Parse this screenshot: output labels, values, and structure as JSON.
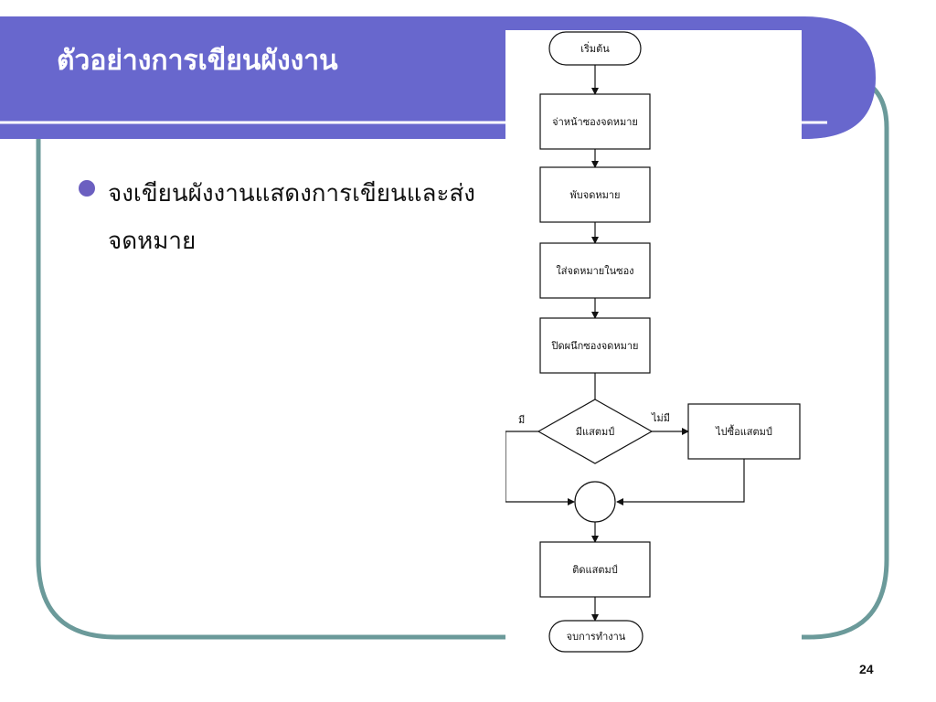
{
  "slide": {
    "title": "ตัวอย่างการเขียนผังงาน",
    "bullet_text": "จงเขียนผังงานแสดงการเขียนและส่งจดหมาย",
    "page_number": "24"
  },
  "flowchart": {
    "start": "เริ่มต้น",
    "step1": "จ่าหน้าซองจดหมาย",
    "step2": "พับจดหมาย",
    "step3": "ใส่จดหมายในซอง",
    "step4": "ปิดผนึกซองจดหมาย",
    "decision": "มีแสตมป์",
    "yes_label": "มี",
    "no_label": "ไม่มี",
    "buy_stamp": "ไปซื้อแสตมป์",
    "step5": "ติดแสตมป์",
    "end": "จบการทำงาน"
  },
  "colors": {
    "header_bar": "#6867cd",
    "frame_border": "#6b9a9a",
    "bullet": "#6b5fc0"
  }
}
